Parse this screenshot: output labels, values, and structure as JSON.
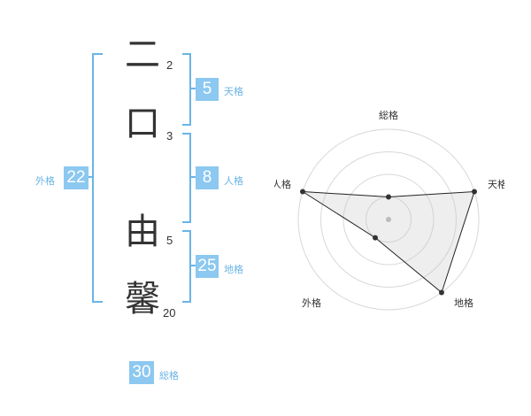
{
  "name": {
    "chars": [
      {
        "char": "二",
        "strokes": "2"
      },
      {
        "char": "口",
        "strokes": "3"
      },
      {
        "char": "由",
        "strokes": "5"
      },
      {
        "char": "馨",
        "strokes": "20"
      }
    ]
  },
  "kakaku": {
    "tenkaku": {
      "value": "5",
      "label": "天格"
    },
    "jinkaku": {
      "value": "8",
      "label": "人格"
    },
    "chikaku": {
      "value": "25",
      "label": "地格"
    },
    "gaikaku": {
      "value": "22",
      "label": "外格"
    },
    "soukaku": {
      "value": "30",
      "label": "総格"
    }
  },
  "colors": {
    "accent": "#8cc8f0",
    "bracket": "#6ab4e6",
    "text": "#333333"
  },
  "chart_data": {
    "type": "radar",
    "axes": [
      "総格",
      "天格",
      "地格",
      "外格",
      "人格"
    ],
    "rings": 4,
    "max": 4,
    "values": [
      1,
      4,
      4,
      1,
      4
    ]
  }
}
